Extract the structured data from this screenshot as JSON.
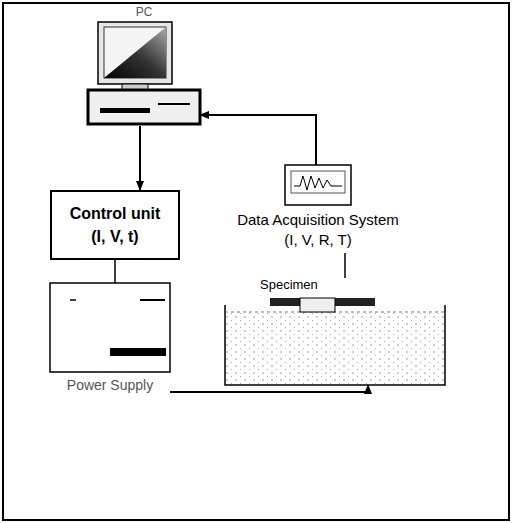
{
  "diagram": {
    "nodes": [
      {
        "text": [
          "PC"
        ]
      },
      {
        "text": [
          "Control unit",
          "(I, V, t)"
        ]
      },
      {
        "text": [
          "Power Supply"
        ]
      },
      {
        "text": [
          "Data Acquisition System",
          "(I, V, R, T)"
        ]
      },
      {
        "text": [
          "Specimen"
        ]
      }
    ],
    "edges": [
      {
        "from": 0,
        "to": 1,
        "arrow": "to"
      },
      {
        "from": 3,
        "to": 0,
        "arrow": "to"
      },
      {
        "from": 1,
        "to": 2,
        "arrow": "none"
      },
      {
        "from": 2,
        "to": 4,
        "arrow": "to"
      },
      {
        "from": 4,
        "to": 3,
        "arrow": "none"
      }
    ]
  }
}
